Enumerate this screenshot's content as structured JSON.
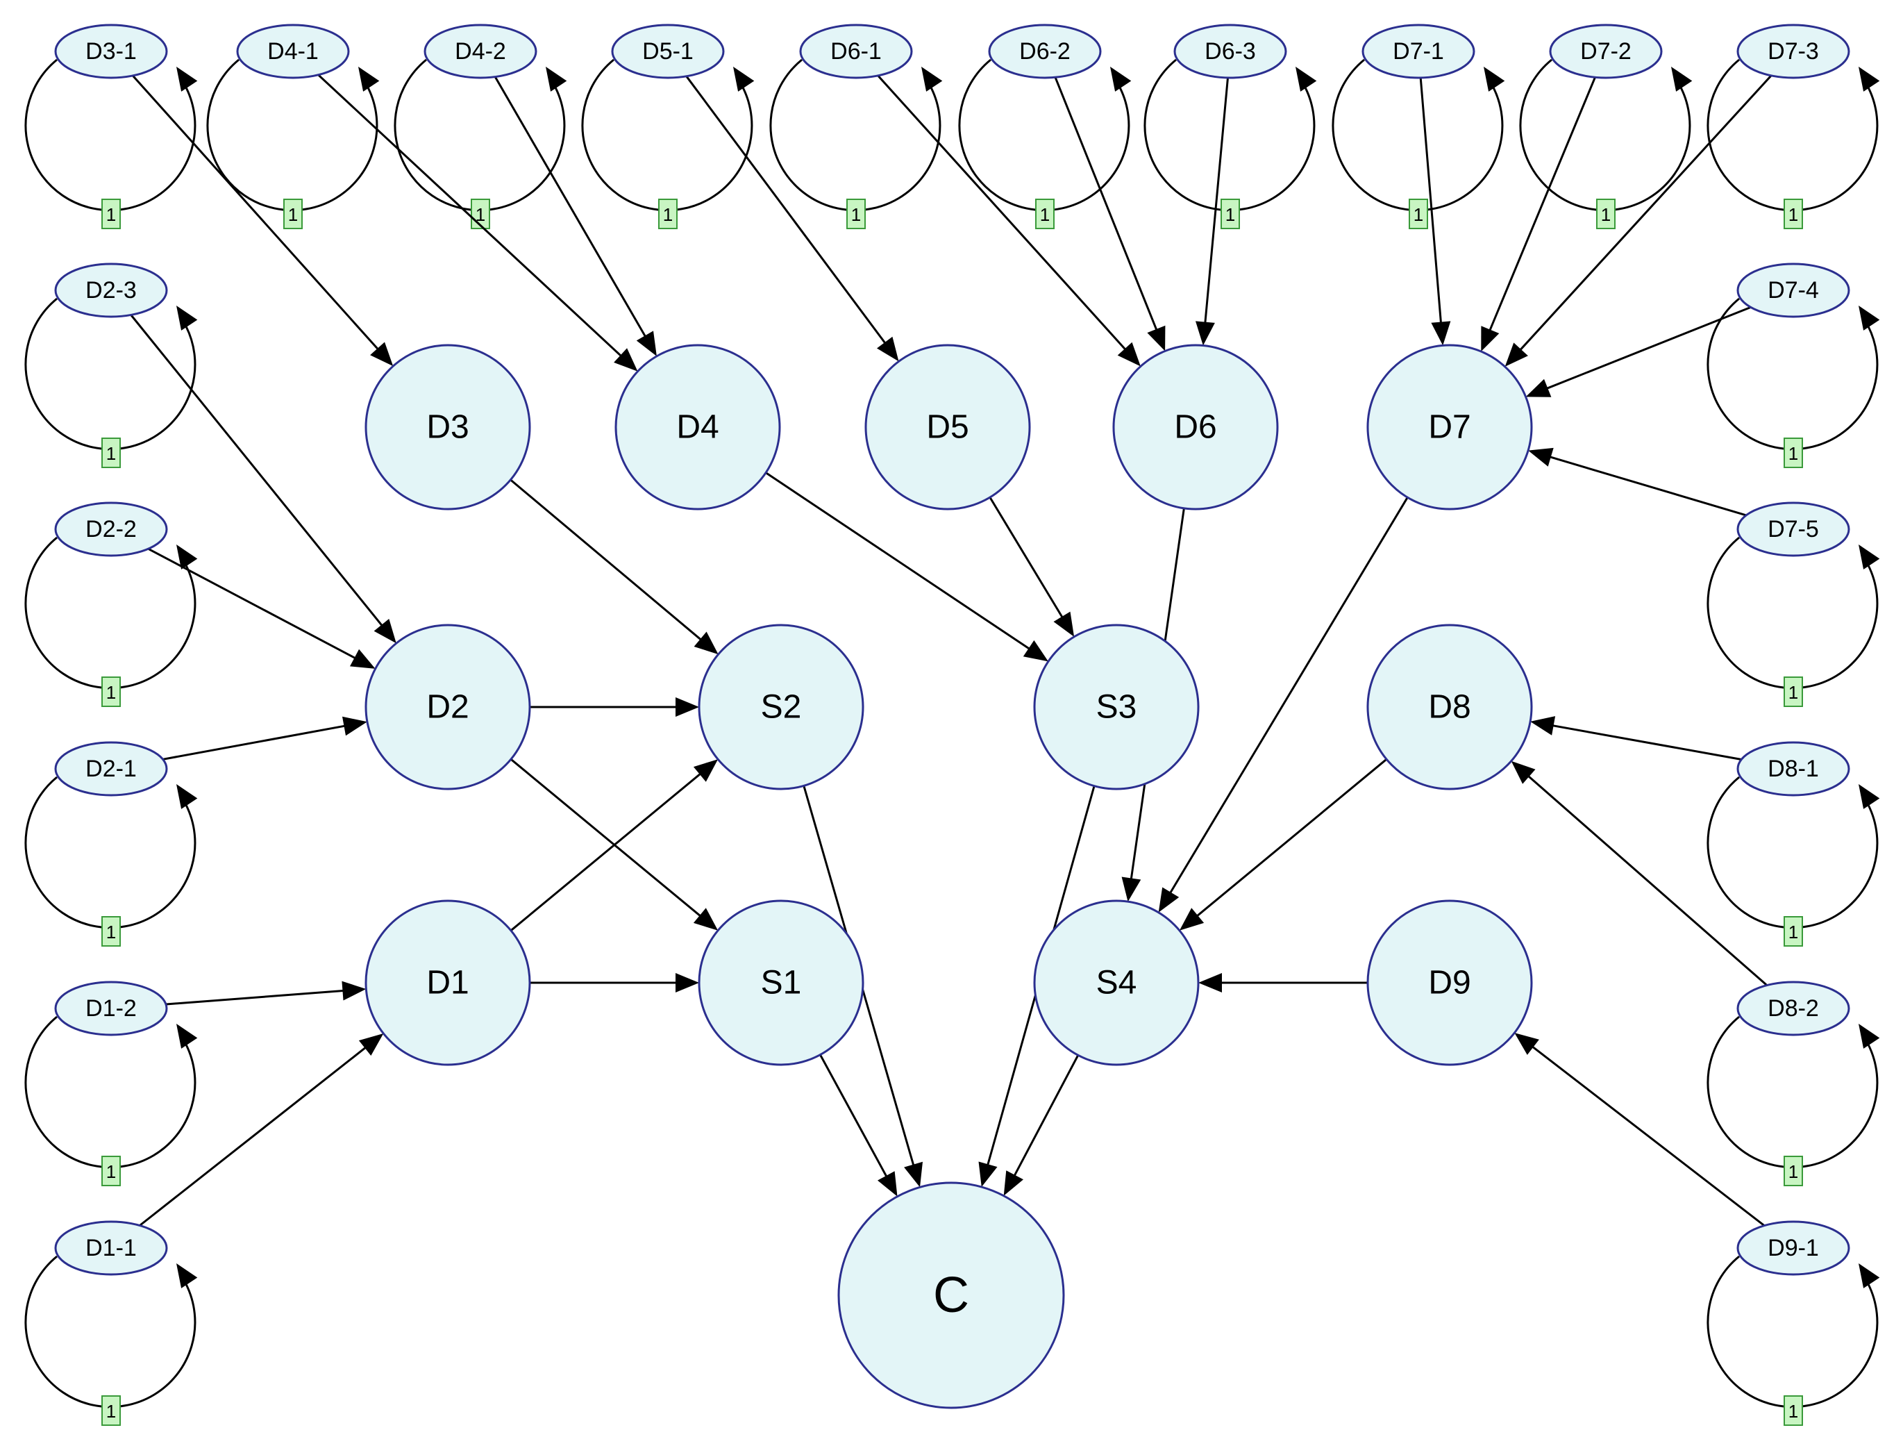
{
  "colors": {
    "node_fill": "#e3f5f7",
    "node_stroke": "#2b2f8f",
    "edge": "#000000",
    "badge_fill": "#c8f5c2",
    "badge_stroke": "#3a9a3a"
  },
  "nodes": [
    {
      "id": "C",
      "label": "C",
      "kind": "root"
    },
    {
      "id": "S1",
      "label": "S1",
      "kind": "main"
    },
    {
      "id": "S2",
      "label": "S2",
      "kind": "main"
    },
    {
      "id": "S3",
      "label": "S3",
      "kind": "main"
    },
    {
      "id": "S4",
      "label": "S4",
      "kind": "main"
    },
    {
      "id": "D1",
      "label": "D1",
      "kind": "main"
    },
    {
      "id": "D2",
      "label": "D2",
      "kind": "main"
    },
    {
      "id": "D3",
      "label": "D3",
      "kind": "main"
    },
    {
      "id": "D4",
      "label": "D4",
      "kind": "main"
    },
    {
      "id": "D5",
      "label": "D5",
      "kind": "main"
    },
    {
      "id": "D6",
      "label": "D6",
      "kind": "main"
    },
    {
      "id": "D7",
      "label": "D7",
      "kind": "main"
    },
    {
      "id": "D8",
      "label": "D8",
      "kind": "main"
    },
    {
      "id": "D9",
      "label": "D9",
      "kind": "main"
    },
    {
      "id": "D3-1",
      "label": "D3-1",
      "kind": "leaf",
      "loop_label": "1"
    },
    {
      "id": "D4-1",
      "label": "D4-1",
      "kind": "leaf",
      "loop_label": "1"
    },
    {
      "id": "D4-2",
      "label": "D4-2",
      "kind": "leaf",
      "loop_label": "1"
    },
    {
      "id": "D5-1",
      "label": "D5-1",
      "kind": "leaf",
      "loop_label": "1"
    },
    {
      "id": "D6-1",
      "label": "D6-1",
      "kind": "leaf",
      "loop_label": "1"
    },
    {
      "id": "D6-2",
      "label": "D6-2",
      "kind": "leaf",
      "loop_label": "1"
    },
    {
      "id": "D6-3",
      "label": "D6-3",
      "kind": "leaf",
      "loop_label": "1"
    },
    {
      "id": "D7-1",
      "label": "D7-1",
      "kind": "leaf",
      "loop_label": "1"
    },
    {
      "id": "D7-2",
      "label": "D7-2",
      "kind": "leaf",
      "loop_label": "1"
    },
    {
      "id": "D7-3",
      "label": "D7-3",
      "kind": "leaf",
      "loop_label": "1"
    },
    {
      "id": "D2-3",
      "label": "D2-3",
      "kind": "leaf",
      "loop_label": "1"
    },
    {
      "id": "D2-2",
      "label": "D2-2",
      "kind": "leaf",
      "loop_label": "1"
    },
    {
      "id": "D2-1",
      "label": "D2-1",
      "kind": "leaf",
      "loop_label": "1"
    },
    {
      "id": "D1-2",
      "label": "D1-2",
      "kind": "leaf",
      "loop_label": "1"
    },
    {
      "id": "D1-1",
      "label": "D1-1",
      "kind": "leaf",
      "loop_label": "1"
    },
    {
      "id": "D7-4",
      "label": "D7-4",
      "kind": "leaf",
      "loop_label": "1"
    },
    {
      "id": "D7-5",
      "label": "D7-5",
      "kind": "leaf",
      "loop_label": "1"
    },
    {
      "id": "D8-1",
      "label": "D8-1",
      "kind": "leaf",
      "loop_label": "1"
    },
    {
      "id": "D8-2",
      "label": "D8-2",
      "kind": "leaf",
      "loop_label": "1"
    },
    {
      "id": "D9-1",
      "label": "D9-1",
      "kind": "leaf",
      "loop_label": "1"
    }
  ],
  "edges": [
    {
      "from": "D3-1",
      "to": "D3"
    },
    {
      "from": "D4-1",
      "to": "D4"
    },
    {
      "from": "D4-2",
      "to": "D4"
    },
    {
      "from": "D5-1",
      "to": "D5"
    },
    {
      "from": "D6-1",
      "to": "D6"
    },
    {
      "from": "D6-2",
      "to": "D6"
    },
    {
      "from": "D6-3",
      "to": "D6"
    },
    {
      "from": "D7-1",
      "to": "D7"
    },
    {
      "from": "D7-2",
      "to": "D7"
    },
    {
      "from": "D7-3",
      "to": "D7"
    },
    {
      "from": "D7-4",
      "to": "D7"
    },
    {
      "from": "D7-5",
      "to": "D7"
    },
    {
      "from": "D2-3",
      "to": "D2"
    },
    {
      "from": "D2-2",
      "to": "D2"
    },
    {
      "from": "D2-1",
      "to": "D2"
    },
    {
      "from": "D1-2",
      "to": "D1"
    },
    {
      "from": "D1-1",
      "to": "D1"
    },
    {
      "from": "D8-1",
      "to": "D8"
    },
    {
      "from": "D8-2",
      "to": "D8"
    },
    {
      "from": "D9-1",
      "to": "D9"
    },
    {
      "from": "D3",
      "to": "S2"
    },
    {
      "from": "D2",
      "to": "S2"
    },
    {
      "from": "D1",
      "to": "S2"
    },
    {
      "from": "D2",
      "to": "S1"
    },
    {
      "from": "D1",
      "to": "S1"
    },
    {
      "from": "D4",
      "to": "S3"
    },
    {
      "from": "D5",
      "to": "S3"
    },
    {
      "from": "D6",
      "to": "S4"
    },
    {
      "from": "D7",
      "to": "S4"
    },
    {
      "from": "D8",
      "to": "S4"
    },
    {
      "from": "D9",
      "to": "S4"
    },
    {
      "from": "S1",
      "to": "C"
    },
    {
      "from": "S2",
      "to": "C"
    },
    {
      "from": "S3",
      "to": "C"
    },
    {
      "from": "S4",
      "to": "C"
    }
  ]
}
